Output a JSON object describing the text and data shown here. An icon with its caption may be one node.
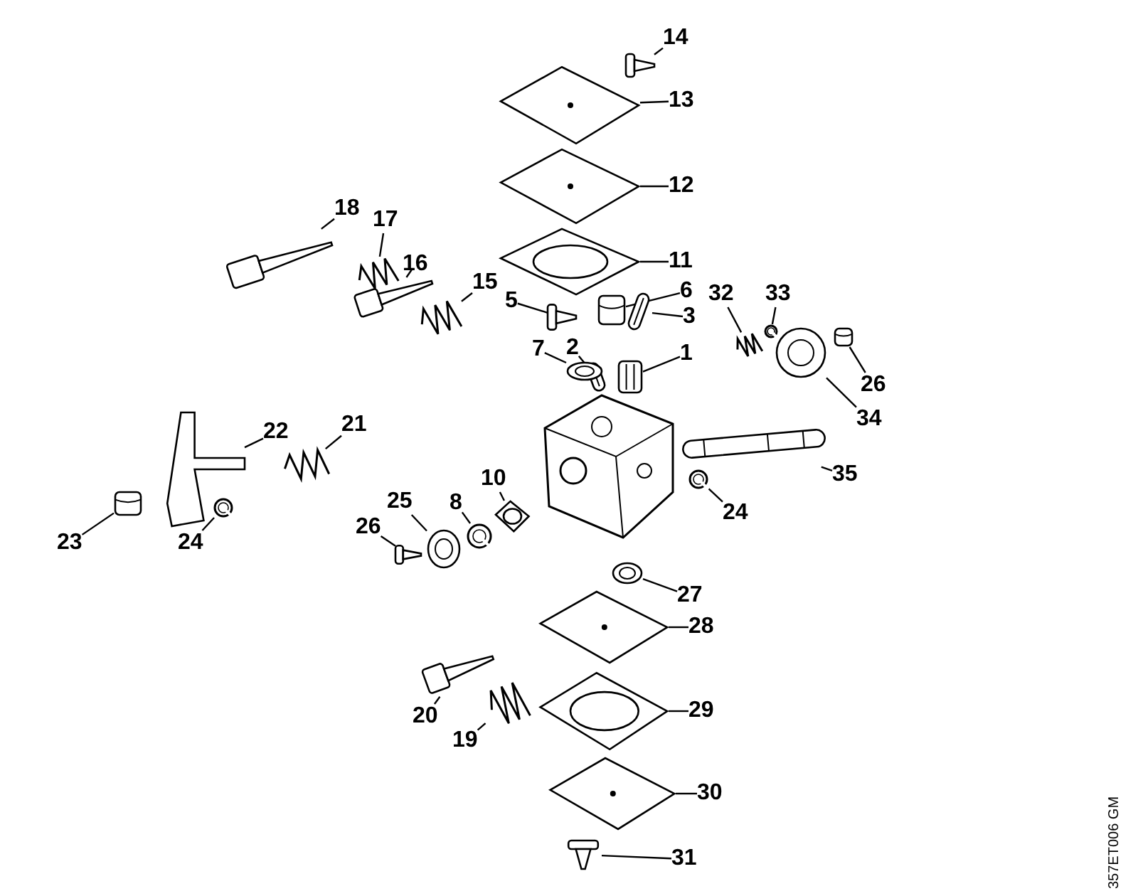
{
  "diagram": {
    "nodes": [
      {
        "text": [
          "14"
        ]
      },
      {
        "text": [
          "13"
        ]
      },
      {
        "text": [
          "12"
        ]
      },
      {
        "text": [
          "11"
        ]
      },
      {
        "text": [
          "6"
        ]
      },
      {
        "text": [
          "3"
        ]
      },
      {
        "text": [
          "1"
        ]
      },
      {
        "text": [
          "5"
        ]
      },
      {
        "text": [
          "2"
        ]
      },
      {
        "text": [
          "7"
        ]
      },
      {
        "text": [
          "18"
        ]
      },
      {
        "text": [
          "17"
        ]
      },
      {
        "text": [
          "16"
        ]
      },
      {
        "text": [
          "15"
        ]
      },
      {
        "text": [
          "32"
        ]
      },
      {
        "text": [
          "33"
        ]
      },
      {
        "text": [
          "26"
        ]
      },
      {
        "text": [
          "34"
        ]
      },
      {
        "text": [
          "22"
        ]
      },
      {
        "text": [
          "21"
        ]
      },
      {
        "text": [
          "35"
        ]
      },
      {
        "text": [
          "24"
        ]
      },
      {
        "text": [
          "23"
        ]
      },
      {
        "text": [
          "24"
        ]
      },
      {
        "text": [
          "25"
        ]
      },
      {
        "text": [
          "10"
        ]
      },
      {
        "text": [
          "8"
        ]
      },
      {
        "text": [
          "26"
        ]
      },
      {
        "text": [
          "27"
        ]
      },
      {
        "text": [
          "28"
        ]
      },
      {
        "text": [
          "20"
        ]
      },
      {
        "text": [
          "19"
        ]
      },
      {
        "text": [
          "29"
        ]
      },
      {
        "text": [
          "30"
        ]
      },
      {
        "text": [
          "31"
        ]
      },
      {
        "text": [],
        "shape": "picture"
      },
      {
        "text": [],
        "shape": "picture"
      },
      {
        "text": [],
        "shape": "picture"
      },
      {
        "text": [],
        "shape": "picture"
      },
      {
        "text": [],
        "shape": "picture"
      },
      {
        "text": [],
        "shape": "picture"
      },
      {
        "text": [],
        "shape": "picture"
      },
      {
        "text": [],
        "shape": "picture"
      },
      {
        "text": [],
        "shape": "picture"
      },
      {
        "text": [],
        "shape": "picture"
      },
      {
        "text": [],
        "shape": "picture"
      },
      {
        "text": [],
        "shape": "picture"
      },
      {
        "text": [],
        "shape": "picture"
      },
      {
        "text": [],
        "shape": "picture"
      },
      {
        "text": [],
        "shape": "picture"
      },
      {
        "text": [],
        "shape": "picture"
      },
      {
        "text": [],
        "shape": "picture"
      },
      {
        "text": [],
        "shape": "picture"
      },
      {
        "text": [],
        "shape": "picture"
      },
      {
        "text": [],
        "shape": "picture"
      },
      {
        "text": [],
        "shape": "picture"
      },
      {
        "text": [],
        "shape": "picture"
      },
      {
        "text": [],
        "shape": "picture"
      },
      {
        "text": [],
        "shape": "picture"
      },
      {
        "text": [],
        "shape": "picture"
      },
      {
        "text": [],
        "shape": "picture"
      },
      {
        "text": [],
        "shape": "picture"
      },
      {
        "text": [],
        "shape": "picture"
      },
      {
        "text": [],
        "shape": "picture"
      },
      {
        "text": [],
        "shape": "picture"
      },
      {
        "text": [],
        "shape": "picture"
      },
      {
        "text": [],
        "shape": "picture"
      },
      {
        "text": [],
        "shape": "picture"
      },
      {
        "text": [],
        "shape": "picture"
      },
      {
        "text": [],
        "shape": "picture"
      }
    ],
    "edges": [
      {
        "from": 0,
        "to": 35,
        "arrow": "none"
      },
      {
        "from": 1,
        "to": 36,
        "arrow": "none"
      },
      {
        "from": 2,
        "to": 37,
        "arrow": "none"
      },
      {
        "from": 3,
        "to": 38,
        "arrow": "none"
      },
      {
        "from": 4,
        "to": 39,
        "arrow": "none"
      },
      {
        "from": 5,
        "to": 40,
        "arrow": "none"
      },
      {
        "from": 6,
        "to": 41,
        "arrow": "none"
      },
      {
        "from": 7,
        "to": 42,
        "arrow": "none"
      },
      {
        "from": 8,
        "to": 43,
        "arrow": "none"
      },
      {
        "from": 9,
        "to": 44,
        "arrow": "none"
      },
      {
        "from": 10,
        "to": 45,
        "arrow": "none"
      },
      {
        "from": 11,
        "to": 46,
        "arrow": "none"
      },
      {
        "from": 12,
        "to": 47,
        "arrow": "none"
      },
      {
        "from": 13,
        "to": 48,
        "arrow": "none"
      },
      {
        "from": 14,
        "to": 49,
        "arrow": "none"
      },
      {
        "from": 15,
        "to": 50,
        "arrow": "none"
      },
      {
        "from": 16,
        "to": 51,
        "arrow": "none"
      },
      {
        "from": 17,
        "to": 52,
        "arrow": "none"
      },
      {
        "from": 18,
        "to": 53,
        "arrow": "none"
      },
      {
        "from": 19,
        "to": 54,
        "arrow": "none"
      },
      {
        "from": 20,
        "to": 55,
        "arrow": "none"
      },
      {
        "from": 21,
        "to": 56,
        "arrow": "none"
      },
      {
        "from": 22,
        "to": 57,
        "arrow": "none"
      },
      {
        "from": 23,
        "to": 58,
        "arrow": "none"
      },
      {
        "from": 24,
        "to": 59,
        "arrow": "none"
      },
      {
        "from": 25,
        "to": 60,
        "arrow": "none"
      },
      {
        "from": 26,
        "to": 61,
        "arrow": "none"
      },
      {
        "from": 27,
        "to": 62,
        "arrow": "none"
      },
      {
        "from": 28,
        "to": 63,
        "arrow": "none"
      },
      {
        "from": 29,
        "to": 64,
        "arrow": "none"
      },
      {
        "from": 30,
        "to": 65,
        "arrow": "none"
      },
      {
        "from": 31,
        "to": 66,
        "arrow": "none"
      },
      {
        "from": 32,
        "to": 67,
        "arrow": "none"
      },
      {
        "from": 33,
        "to": 68,
        "arrow": "none"
      },
      {
        "from": 34,
        "to": 69,
        "arrow": "none"
      }
    ],
    "labels": [
      "357ET006 GM"
    ]
  }
}
